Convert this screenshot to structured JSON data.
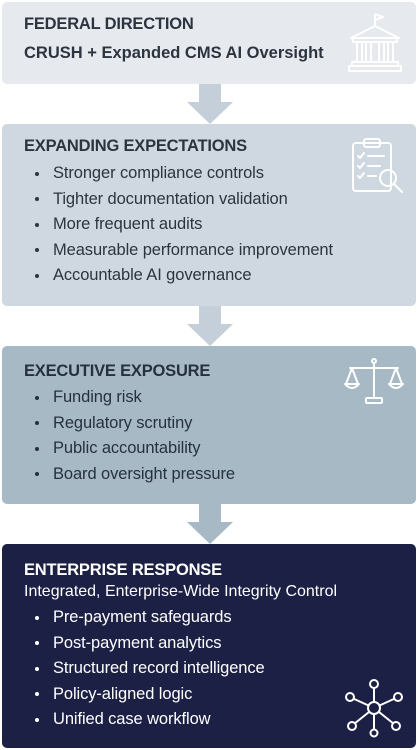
{
  "cards": {
    "federal": {
      "title": "FEDERAL DIRECTION",
      "subtitle": "CRUSH + Expanded CMS AI Oversight",
      "icon": "government-building-icon"
    },
    "expectations": {
      "title": "EXPANDING EXPECTATIONS",
      "items": [
        "Stronger compliance controls",
        "Tighter documentation validation",
        "More frequent audits",
        "Measurable performance improvement",
        "Accountable AI governance"
      ],
      "icon": "clipboard-checklist-magnifier-icon"
    },
    "exposure": {
      "title": "EXECUTIVE EXPOSURE",
      "items": [
        "Funding risk",
        "Regulatory scrutiny",
        "Public accountability",
        "Board oversight pressure"
      ],
      "icon": "scales-of-justice-icon"
    },
    "response": {
      "title": "ENTERPRISE RESPONSE",
      "subtitle": "Integrated, Enterprise-Wide Integrity Control",
      "items": [
        "Pre-payment safeguards",
        "Post-payment analytics",
        "Structured record intelligence",
        "Policy-aligned logic",
        "Unified case workflow"
      ],
      "icon": "network-hub-icon"
    }
  },
  "colors": {
    "card1_bg": "#e6eaee",
    "card2_bg": "#cfd8e0",
    "card3_bg": "#a8b9c6",
    "card4_bg": "#1c2044",
    "arrow": "#c4cfd9",
    "text_dark": "#2c3440"
  }
}
